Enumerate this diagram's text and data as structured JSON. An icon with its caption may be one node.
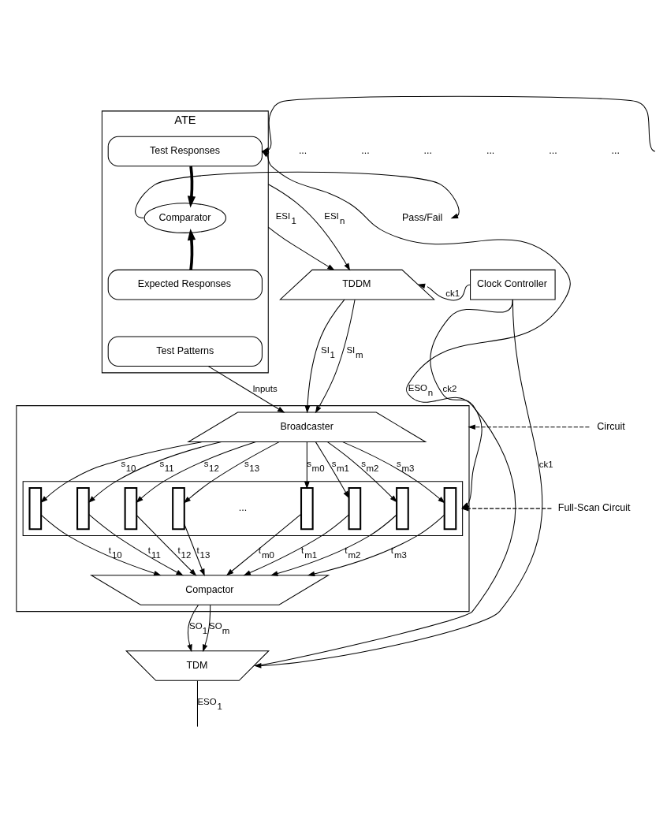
{
  "diagram": {
    "nodes": [
      {
        "text": [
          "ATE"
        ]
      },
      {
        "text": [
          "Test Responses"
        ],
        "in": 0
      },
      {
        "text": [
          "Comparator"
        ],
        "in": 0
      },
      {
        "text": [
          "Expected Responses"
        ],
        "in": 0
      },
      {
        "text": [
          "Test Patterns"
        ],
        "in": 0
      },
      {
        "text": [
          "Pass/Fail"
        ]
      },
      {
        "text": [
          "TDDM"
        ]
      },
      {
        "text": [
          "Clock Controller"
        ]
      },
      {
        "text": [
          "Circuit"
        ]
      },
      {
        "text": [],
        "shape": "box"
      },
      {
        "text": [
          "Broadcaster"
        ],
        "in": 9
      },
      {
        "text": [
          "Full-Scan Circuit"
        ]
      },
      {
        "text": [],
        "shape": "box",
        "in": 9
      },
      {
        "text": [],
        "shape": "bar",
        "in": 12
      },
      {
        "text": [],
        "shape": "bar",
        "in": 12
      },
      {
        "text": [],
        "shape": "bar",
        "in": 12
      },
      {
        "text": [],
        "shape": "bar",
        "in": 12
      },
      {
        "text": [],
        "shape": "bar",
        "in": 12
      },
      {
        "text": [],
        "shape": "bar",
        "in": 12
      },
      {
        "text": [],
        "shape": "bar",
        "in": 12
      },
      {
        "text": [],
        "shape": "bar",
        "in": 12
      },
      {
        "text": [
          "Compactor"
        ],
        "in": 9
      },
      {
        "text": [
          "TDM"
        ]
      }
    ],
    "edges": [
      {
        "from": 1,
        "to": 2,
        "arrow": "to",
        "style": "thick"
      },
      {
        "from": 3,
        "to": 2,
        "arrow": "to",
        "style": "thick"
      },
      {
        "from": 2,
        "to": 5,
        "arrow": "to"
      },
      {
        "from": 0,
        "to": 6,
        "arrow": "to",
        "label": "ESI$_{1}$"
      },
      {
        "from": 0,
        "to": 6,
        "arrow": "to",
        "label": "ESI$_{n}$"
      },
      {
        "from": 4,
        "to": 10,
        "arrow": "to",
        "label": "Inputs"
      },
      {
        "from": 7,
        "to": 6,
        "arrow": "to",
        "label": "ck1"
      },
      {
        "from": 6,
        "to": 10,
        "arrow": "to",
        "label": "SI$_{1}$"
      },
      {
        "from": 6,
        "to": 10,
        "arrow": "to",
        "label": "SI$_{m}$"
      },
      {
        "from": 8,
        "to": 9,
        "arrow": "to",
        "style": "dashed"
      },
      {
        "from": 11,
        "to": 12,
        "arrow": "to",
        "style": "dashed"
      },
      {
        "from": 7,
        "to": 12,
        "arrow": "to",
        "label": "ck2"
      },
      {
        "from": 10,
        "to": 13,
        "arrow": "to",
        "label": "s$_{10}$"
      },
      {
        "from": 10,
        "to": 14,
        "arrow": "to",
        "label": "s$_{11}$"
      },
      {
        "from": 10,
        "to": 15,
        "arrow": "to",
        "label": "s$_{12}$"
      },
      {
        "from": 10,
        "to": 16,
        "arrow": "to",
        "label": "s$_{13}$"
      },
      {
        "from": 10,
        "to": 17,
        "arrow": "to",
        "label": "s$_{m0}$"
      },
      {
        "from": 10,
        "to": 18,
        "arrow": "to",
        "label": "s$_{m1}$"
      },
      {
        "from": 10,
        "to": 19,
        "arrow": "to",
        "label": "s$_{m2}$"
      },
      {
        "from": 10,
        "to": 20,
        "arrow": "to",
        "label": "s$_{m3}$"
      },
      {
        "from": 13,
        "to": 21,
        "arrow": "to",
        "label": "t$_{10}$"
      },
      {
        "from": 14,
        "to": 21,
        "arrow": "to",
        "label": "t$_{11}$"
      },
      {
        "from": 15,
        "to": 21,
        "arrow": "to",
        "label": "t$_{12}$"
      },
      {
        "from": 16,
        "to": 21,
        "arrow": "to",
        "label": "t$_{13}$"
      },
      {
        "from": 17,
        "to": 21,
        "arrow": "to",
        "label": "t$_{m0}$"
      },
      {
        "from": 18,
        "to": 21,
        "arrow": "to",
        "label": "t$_{m1}$"
      },
      {
        "from": 19,
        "to": 21,
        "arrow": "to",
        "label": "t$_{m2}$"
      },
      {
        "from": 20,
        "to": 21,
        "arrow": "to",
        "label": "t$_{m3}$"
      },
      {
        "from": 21,
        "to": 22,
        "arrow": "to",
        "label": "SO$_{1}$"
      },
      {
        "from": 21,
        "to": 22,
        "arrow": "to",
        "label": "SO$_{m}$"
      },
      {
        "from": 7,
        "to": 22,
        "arrow": "to",
        "label": "ck1"
      },
      {
        "from": 22,
        "to": null,
        "arrow": "none",
        "label": "ESO$_{1}$"
      },
      {
        "from": 22,
        "to": 1,
        "arrow": "to",
        "label": "ESO$_{n}$"
      },
      {
        "from": null,
        "to": 1,
        "arrow": "to"
      }
    ],
    "labels": [
      "...",
      "...",
      "...",
      "...",
      "...",
      "...",
      "..."
    ]
  }
}
